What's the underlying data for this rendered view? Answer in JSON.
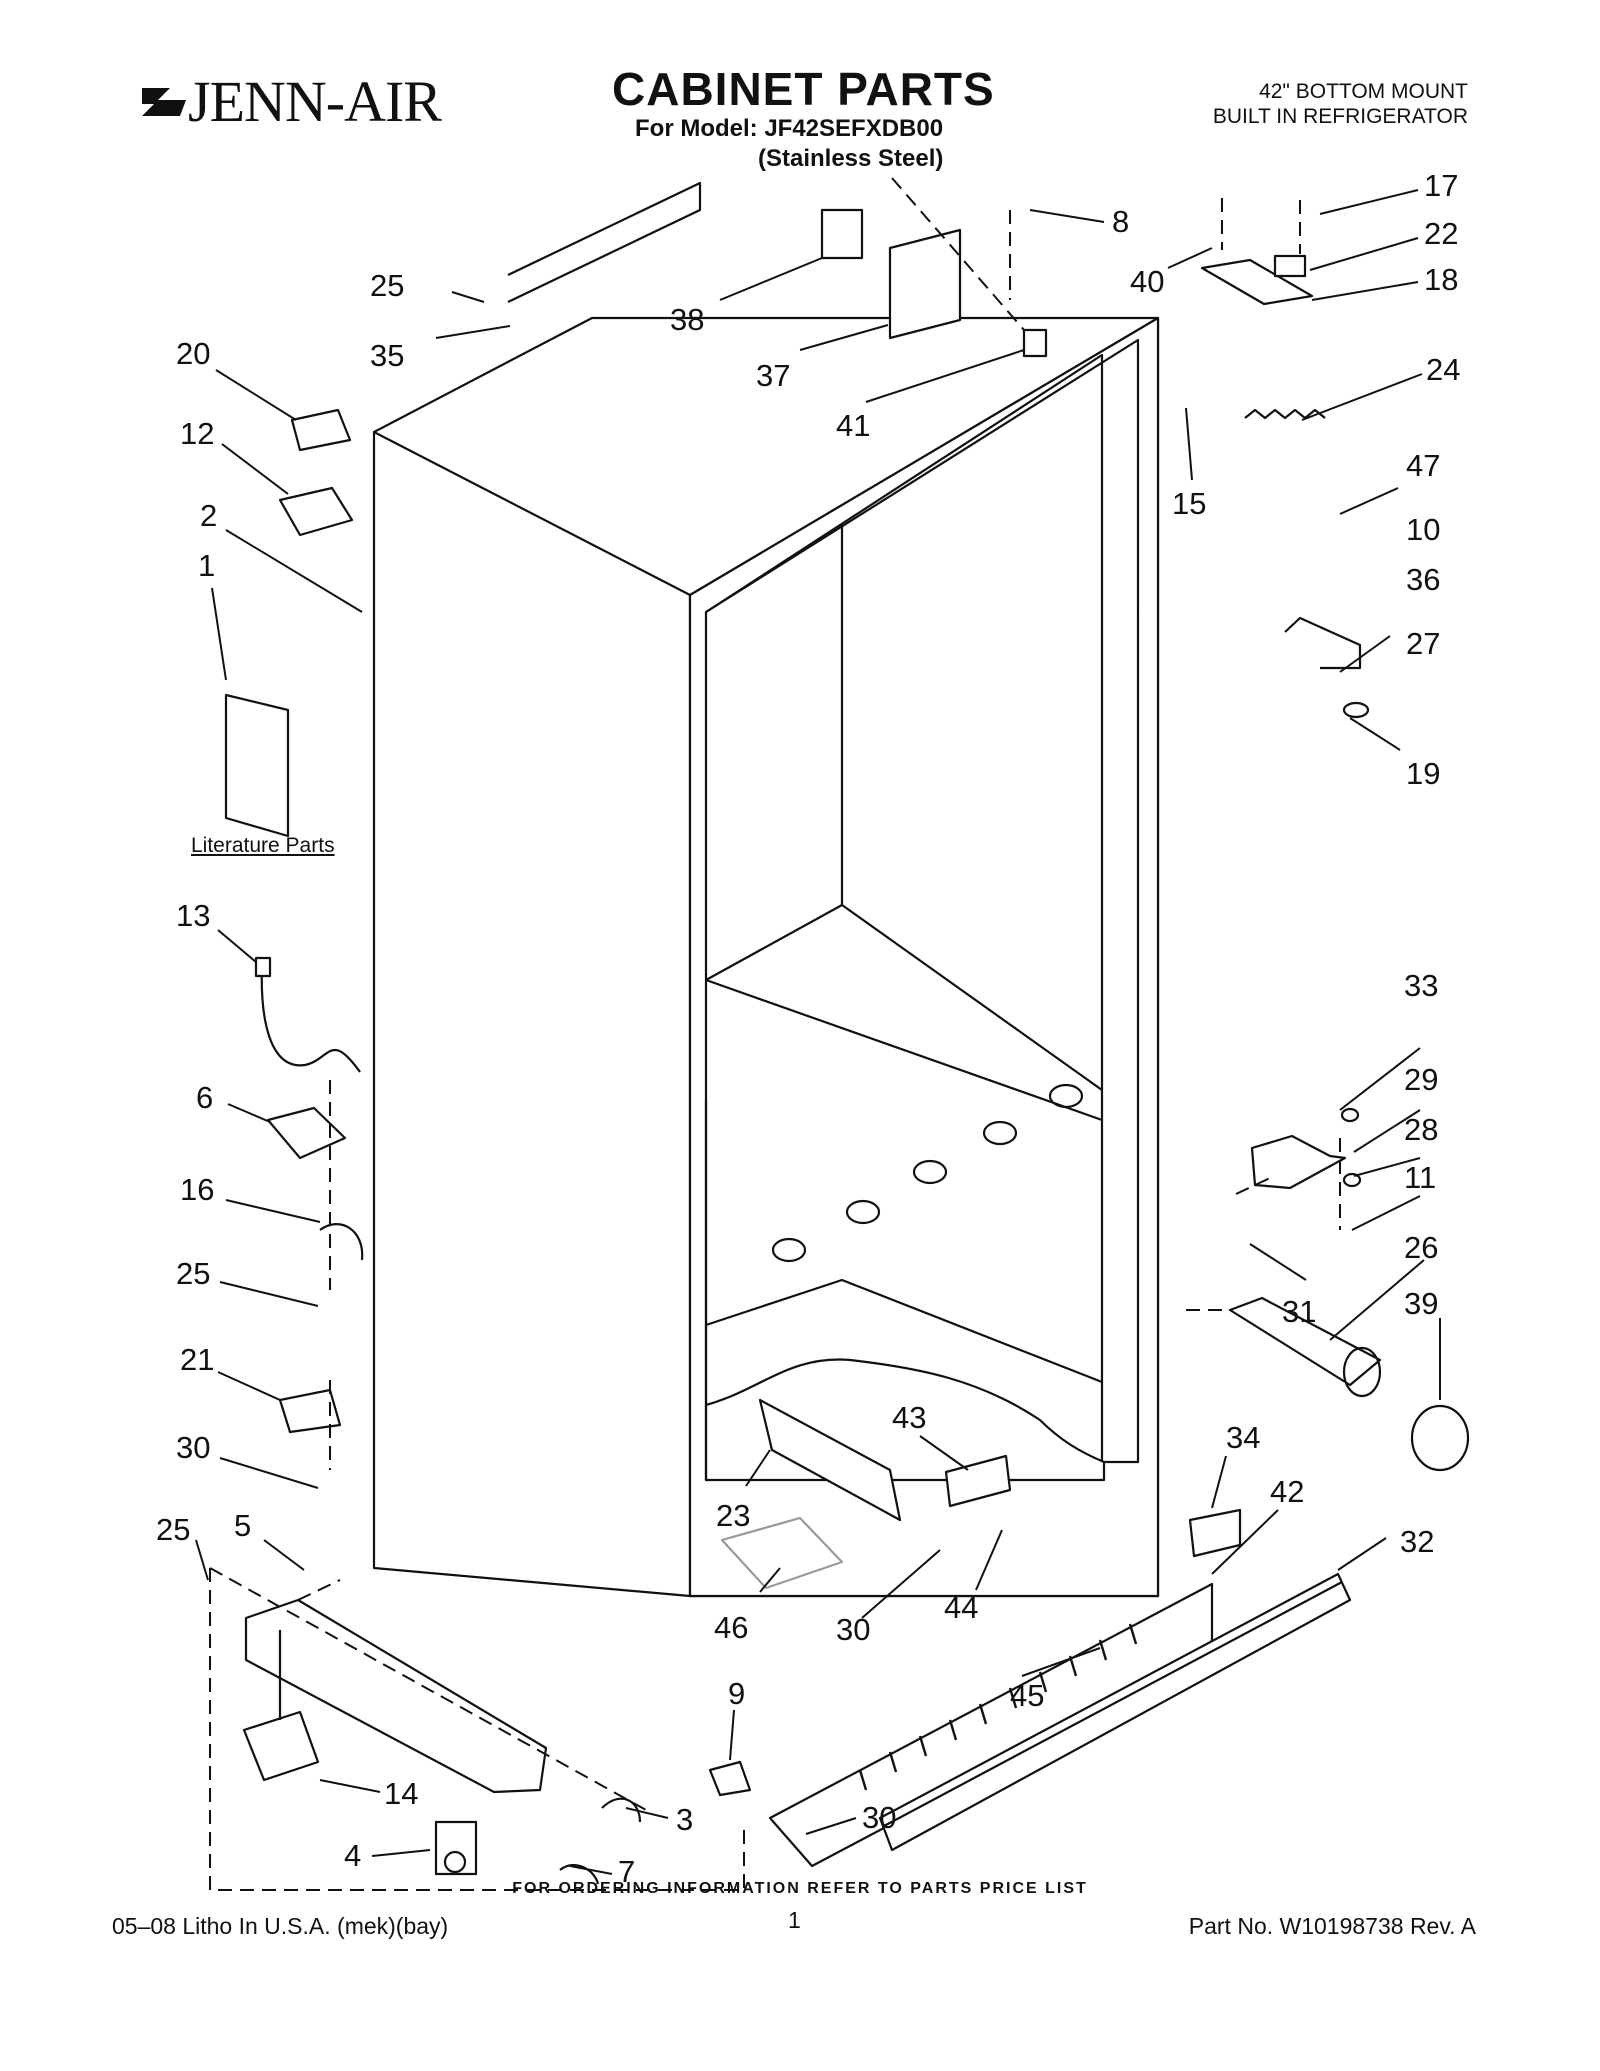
{
  "header": {
    "brand": "JENN-AIR",
    "title": "CABINET PARTS",
    "model": "For Model: JF42SEFXDB00",
    "finish": "(Stainless Steel)",
    "product_line1": "42\" BOTTOM MOUNT",
    "product_line2": "BUILT IN REFRIGERATOR"
  },
  "diagram": {
    "literature_label": "Literature Parts",
    "callouts": [
      "8",
      "17",
      "22",
      "18",
      "40",
      "38",
      "37",
      "41",
      "25",
      "35",
      "20",
      "12",
      "2",
      "1",
      "15",
      "24",
      "47",
      "10",
      "36",
      "27",
      "19",
      "13",
      "6",
      "16",
      "25",
      "21",
      "30",
      "25",
      "5",
      "33",
      "29",
      "28",
      "11",
      "26",
      "39",
      "31",
      "23",
      "43",
      "34",
      "42",
      "32",
      "46",
      "30",
      "44",
      "45",
      "9",
      "14",
      "3",
      "4",
      "7",
      "30"
    ]
  },
  "footer": {
    "ordering_note": "FOR ORDERING INFORMATION REFER TO PARTS PRICE LIST",
    "litho": "05–08 Litho In U.S.A. (mek)(bay)",
    "page": "1",
    "part_no": "Part No. W10198738 Rev. A"
  }
}
